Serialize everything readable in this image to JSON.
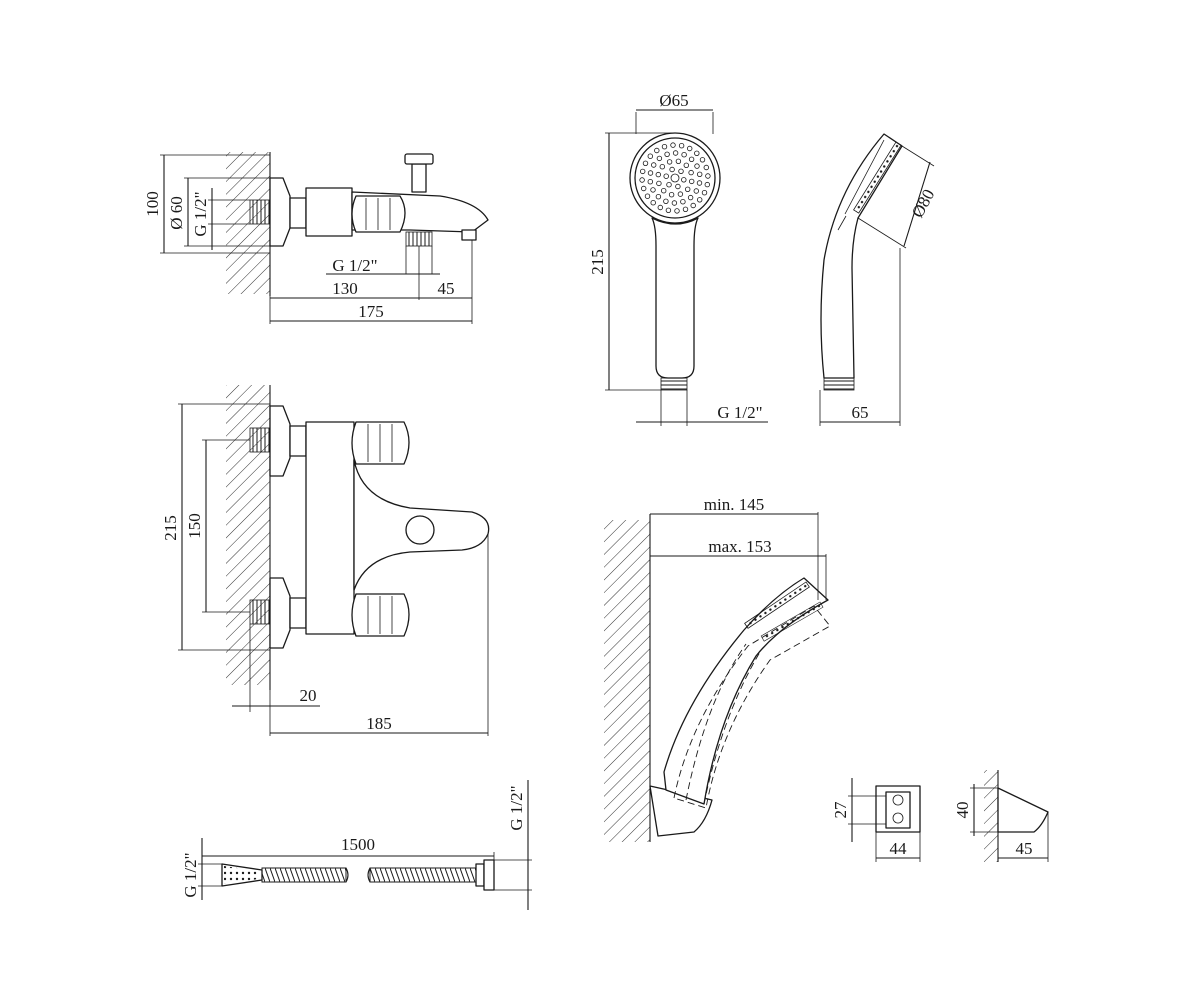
{
  "colors": {
    "line": "#1a1a1a",
    "background": "#ffffff"
  },
  "faucet_top": {
    "dim_height": "100",
    "dim_diameter": "Ø 60",
    "dim_thread": "G 1/2\"",
    "dim_spout_thread": "G 1/2\"",
    "dim_reach": "130",
    "dim_spout": "45",
    "dim_total": "175"
  },
  "faucet_front": {
    "dim_height": "215",
    "dim_spacing": "150",
    "dim_wall": "20",
    "dim_depth": "185"
  },
  "hand_shower": {
    "dim_head_diameter": "Ø65",
    "dim_length": "215",
    "dim_thread": "G 1/2\"",
    "dim_face_diameter": "Ø80",
    "dim_width": "65"
  },
  "wall_mount": {
    "dim_min": "min. 145",
    "dim_max": "max. 153"
  },
  "bracket": {
    "dim_height": "27",
    "dim_width": "44",
    "dim_side_height": "40",
    "dim_side_depth": "45"
  },
  "hose": {
    "dim_length": "1500",
    "dim_thread_left": "G 1/2\"",
    "dim_thread_right": "G 1/2\""
  }
}
